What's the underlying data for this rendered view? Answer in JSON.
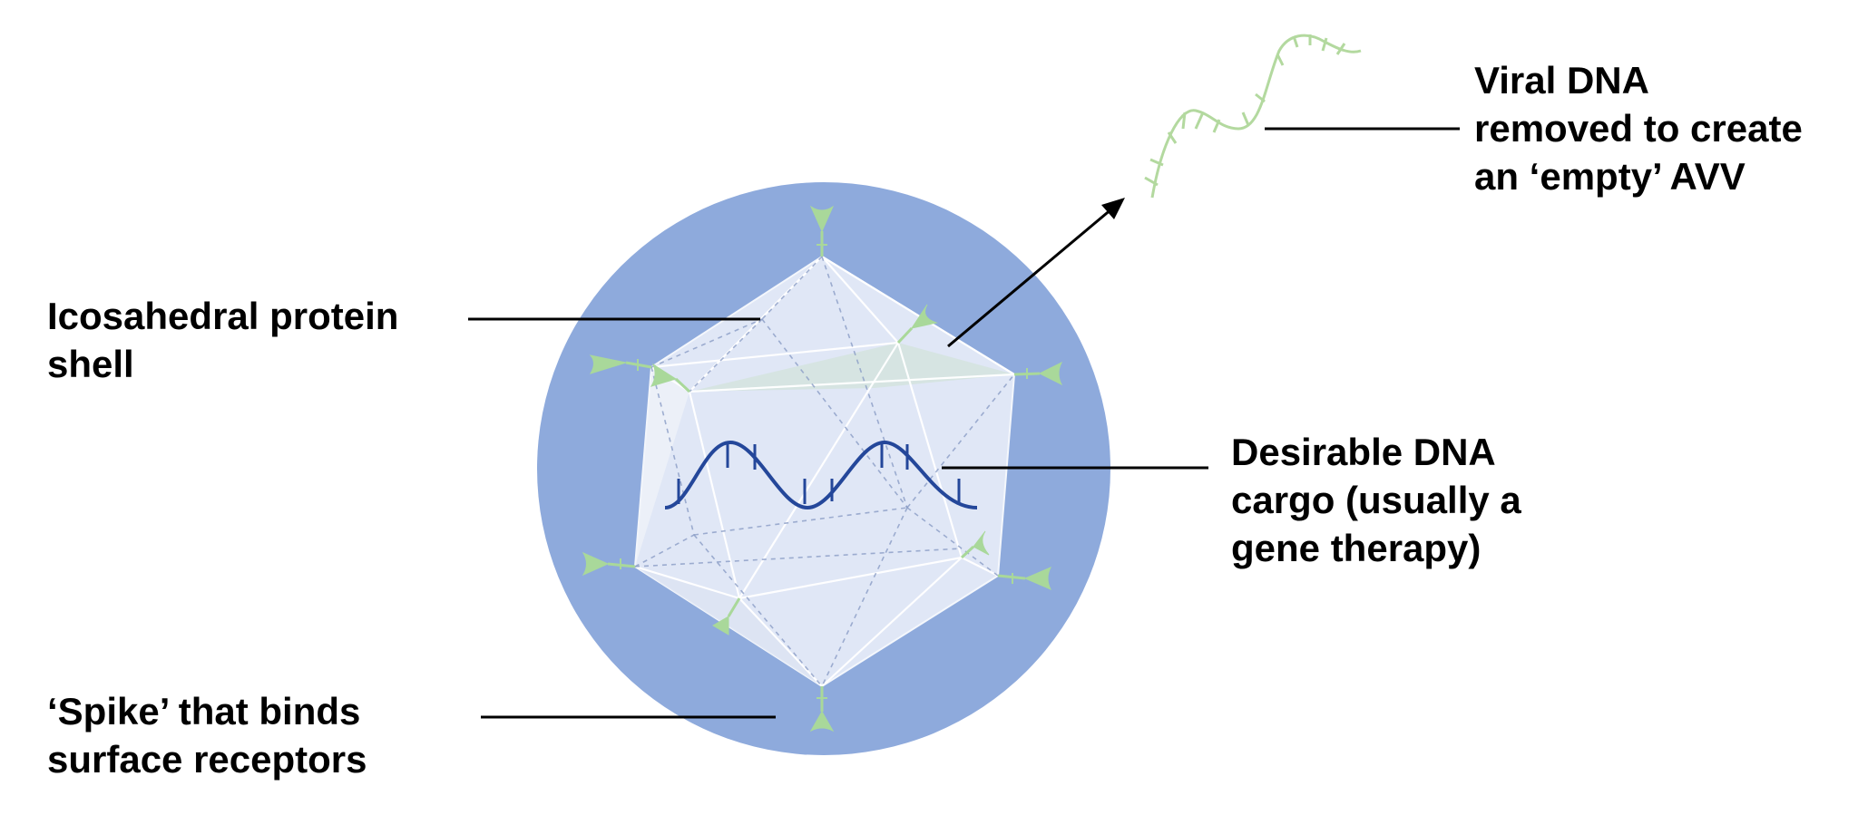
{
  "labels": {
    "shell": [
      "Icosahedral protein",
      "shell"
    ],
    "spike": [
      "‘Spike’ that binds",
      "surface receptors"
    ],
    "cargo": [
      "Desirable DNA",
      "cargo (usually a",
      "gene therapy)"
    ],
    "viral": [
      "Viral DNA",
      "removed to create",
      "an ‘empty’ AVV"
    ]
  },
  "colors": {
    "background_disc": "#8eaadc",
    "capsid_face": "#e6ecf7",
    "spike": "#a9d89a",
    "viral_dna": "#b3d99f",
    "cargo_dna": "#24479a",
    "leader_line": "#000000"
  }
}
